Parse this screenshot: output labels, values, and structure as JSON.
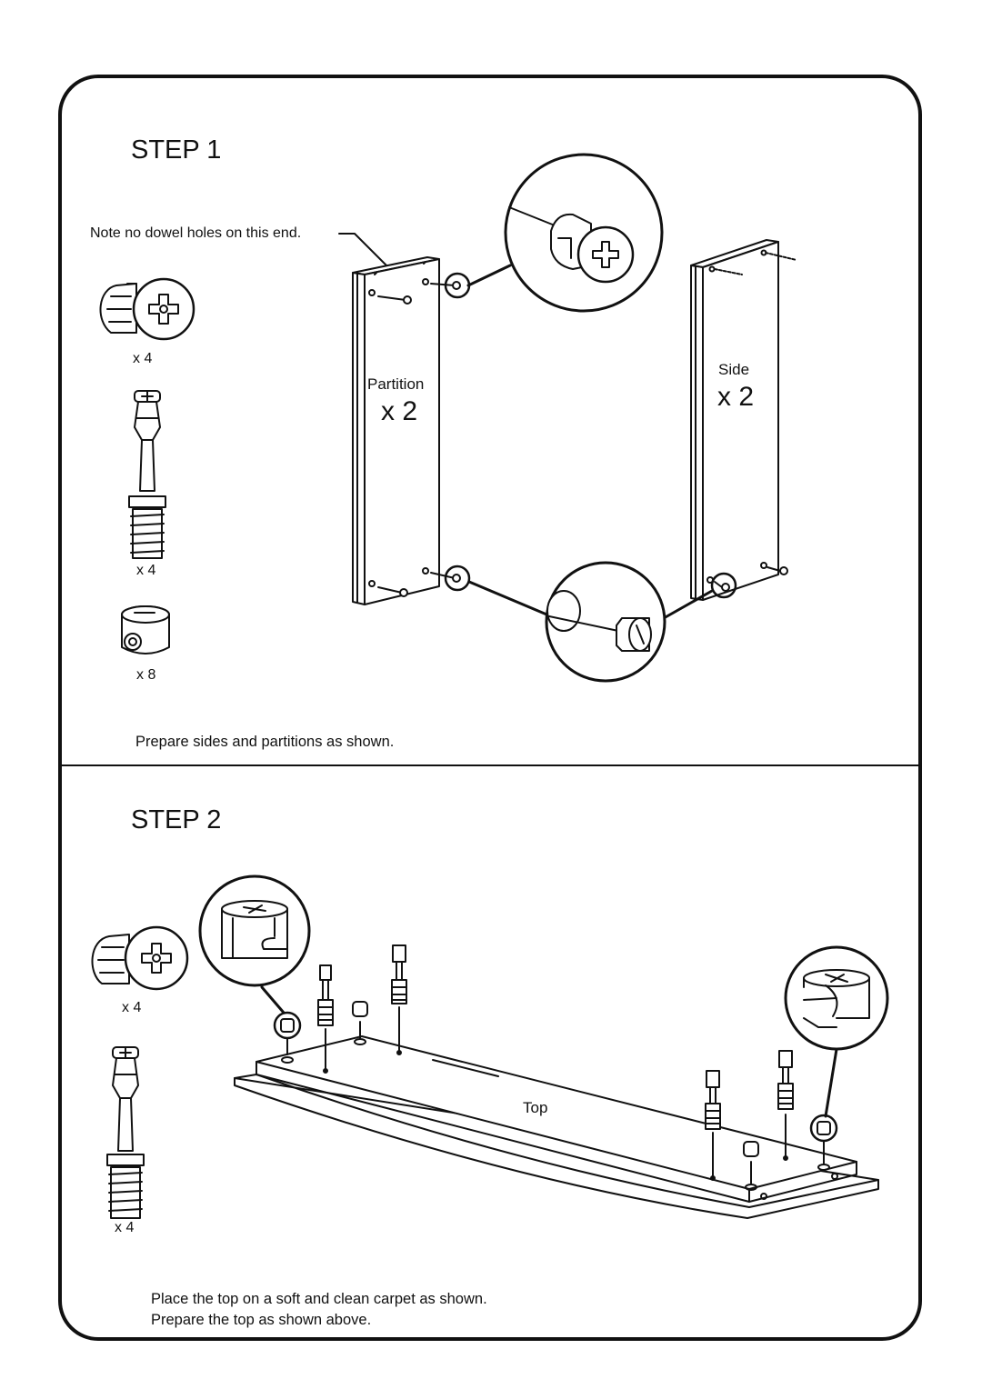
{
  "step1": {
    "title": "STEP 1",
    "note": "Note no dowel holes on this end.",
    "parts": [
      {
        "name": "cam-lock",
        "qty": "x 4"
      },
      {
        "name": "cam-bolt",
        "qty": "x 4"
      },
      {
        "name": "barrel-nut",
        "qty": "x 8"
      }
    ],
    "partition": {
      "label": "Partition",
      "count": "x 2"
    },
    "side": {
      "label": "Side",
      "count": "x 2"
    },
    "instruction": "Prepare sides and partitions as shown."
  },
  "step2": {
    "title": "STEP 2",
    "parts": [
      {
        "name": "cam-lock",
        "qty": "x 4"
      },
      {
        "name": "cam-bolt",
        "qty": "x 4"
      }
    ],
    "top_label": "Top",
    "instructions": [
      "Place the top on a soft and clean carpet as shown.",
      "Prepare the top as shown above."
    ]
  }
}
